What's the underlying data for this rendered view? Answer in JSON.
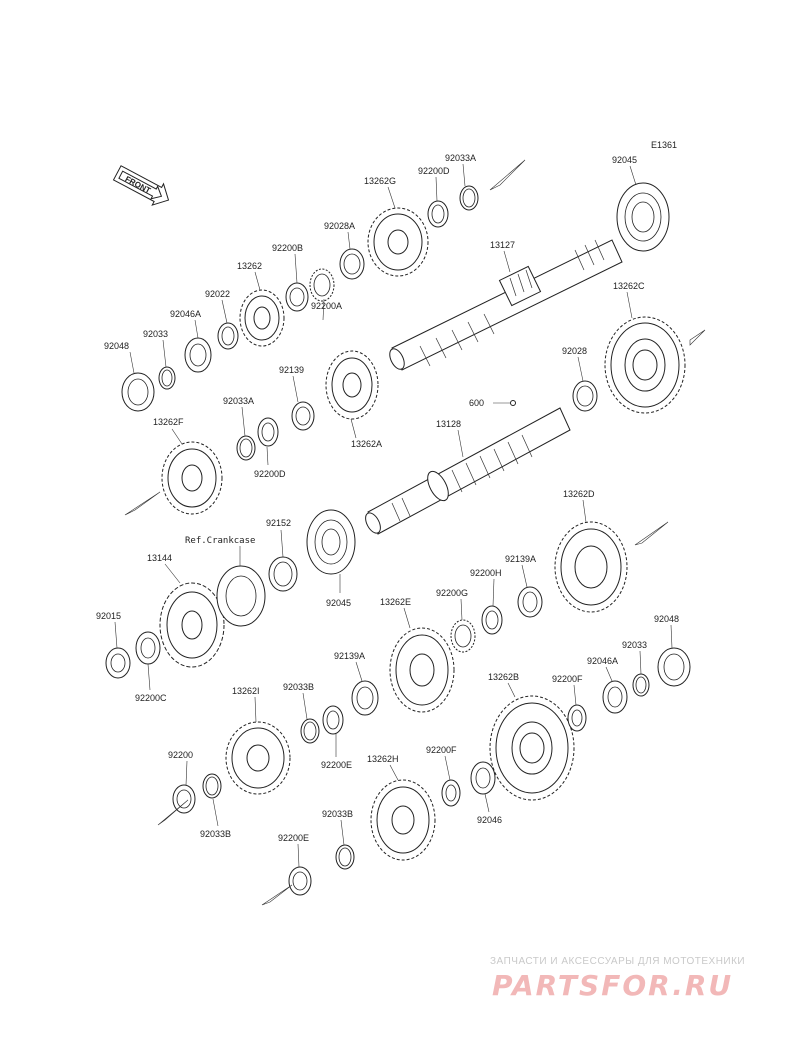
{
  "diagram_id": "E1361",
  "front_label": "FRONT",
  "ref_label": "Ref.Crankcase",
  "labels": {
    "p92033A_top": "92033A",
    "p92200D_top": "92200D",
    "p92045_top": "92045",
    "p13262G": "13262G",
    "p92028A": "92028A",
    "p92200B": "92200B",
    "p13262": "13262",
    "p92022": "92022",
    "p92046A_top": "92046A",
    "p92033_top": "92033",
    "p92048_top": "92048",
    "p92200A": "92200A",
    "p13127": "13127",
    "p13262C": "13262C",
    "p92028": "92028",
    "p600": "600",
    "p92139": "92139",
    "p92033A_mid": "92033A",
    "p13262F": "13262F",
    "p92200D_mid": "92200D",
    "p13262A": "13262A",
    "p13128": "13128",
    "p92152": "92152",
    "p92045_mid": "92045",
    "p13262D": "13262D",
    "p13144": "13144",
    "p92139A_right": "92139A",
    "p92200H": "92200H",
    "p92200G": "92200G",
    "p13262E": "13262E",
    "p92015": "92015",
    "p92200C": "92200C",
    "p92048_right": "92048",
    "p92033_right": "92033",
    "p92046A_right": "92046A",
    "p92200F_right": "92200F",
    "p13262B": "13262B",
    "p92139A_mid": "92139A",
    "p13262I": "13262I",
    "p92033B_mid": "92033B",
    "p92200E_mid": "92200E",
    "p92200": "92200",
    "p92033B_low": "92033B",
    "p13262H": "13262H",
    "p92200F_low": "92200F",
    "p92046": "92046",
    "p92033B_bot": "92033B",
    "p92200E_bot": "92200E"
  },
  "watermark": {
    "line1": "ЗАПЧАСТИ И АКСЕССУАРЫ ДЛЯ МОТОТЕХНИКИ",
    "line2": "PARTSFOR.RU"
  }
}
